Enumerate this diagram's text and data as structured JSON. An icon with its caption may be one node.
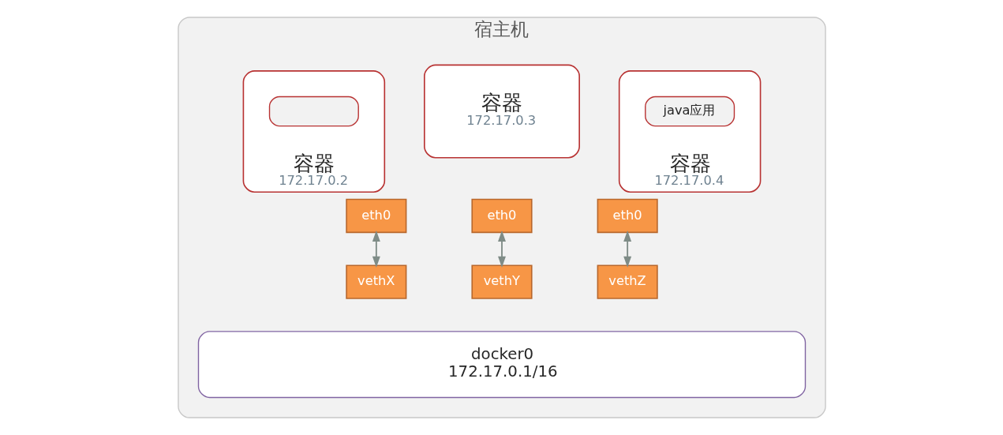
{
  "diagram": {
    "nodes": [
      {
        "text": [
          "宿主机"
        ]
      },
      {
        "text": [
          "容器",
          "172.17.0.2"
        ],
        "in": 0
      },
      {
        "text": [],
        "shape": "box",
        "in": 1
      },
      {
        "text": [
          "eth0"
        ],
        "in": 0
      },
      {
        "text": [
          "容器",
          "172.17.0.3"
        ],
        "in": 0
      },
      {
        "text": [
          "eth0"
        ],
        "in": 0
      },
      {
        "text": [
          "容器",
          "172.17.0.4"
        ],
        "in": 0
      },
      {
        "text": [
          "java应用"
        ],
        "in": 6
      },
      {
        "text": [
          "eth0"
        ],
        "in": 0
      },
      {
        "text": [
          "docker0",
          "172.17.0.1/16"
        ],
        "in": 0
      },
      {
        "text": [
          "vethX"
        ],
        "in": 0
      },
      {
        "text": [
          "vethY"
        ],
        "in": 0
      },
      {
        "text": [
          "vethZ"
        ],
        "in": 0
      }
    ],
    "edges": [
      {
        "from": 3,
        "to": 10,
        "arrow": "both"
      },
      {
        "from": 5,
        "to": 11,
        "arrow": "both"
      },
      {
        "from": 8,
        "to": 12,
        "arrow": "both"
      }
    ]
  }
}
